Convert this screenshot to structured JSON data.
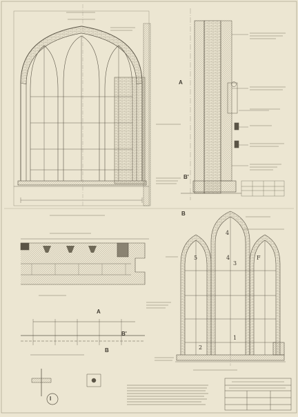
{
  "sheet": {
    "paper_color": "#ece6d2",
    "ink_color": "#5a5446",
    "faint_ink_color": "#8a8372"
  },
  "section_marks": [
    "A",
    "B",
    "B'",
    "A",
    "B",
    "B'",
    "I"
  ],
  "glass_panel_numbers": [
    "4",
    "4",
    "3",
    "5",
    "F",
    "2",
    "1"
  ]
}
